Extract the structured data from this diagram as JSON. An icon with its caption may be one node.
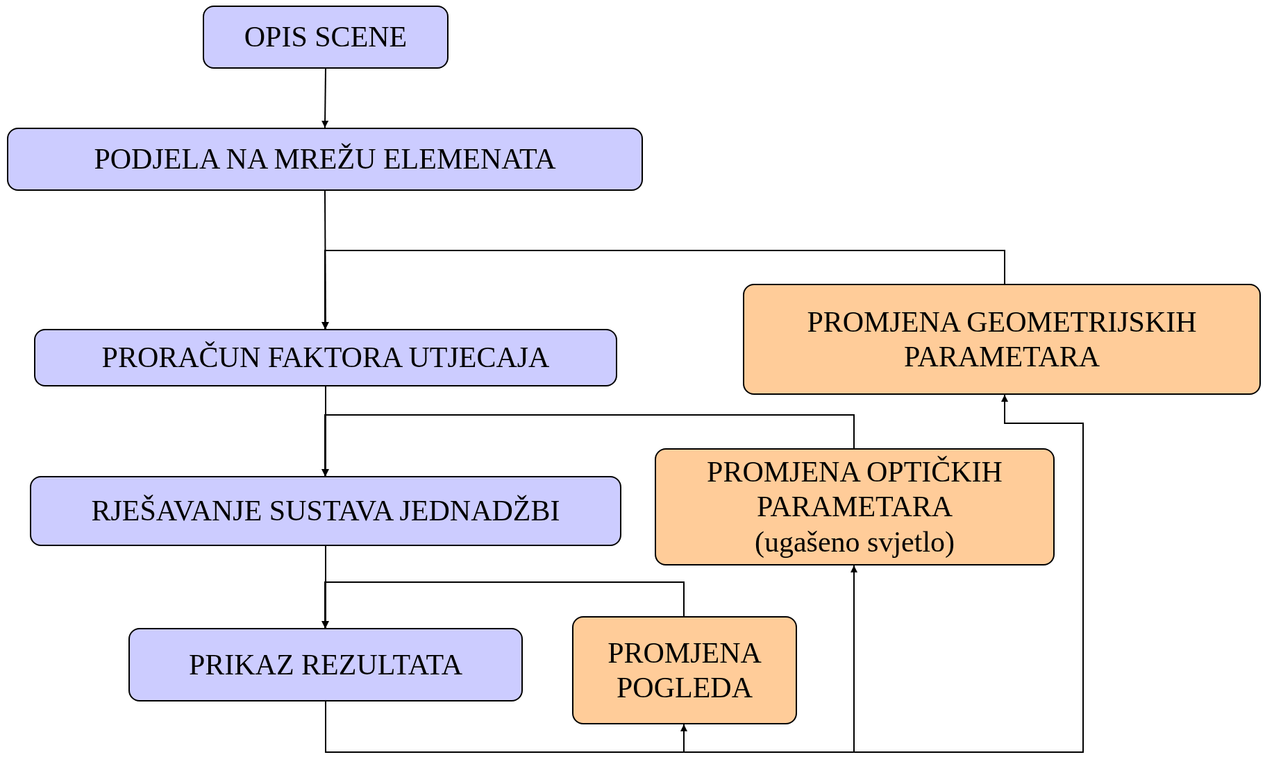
{
  "diagram": {
    "nodes": [
      {
        "text": [
          "OPIS SCENE"
        ]
      },
      {
        "text": [
          "PODJELA NA MREŽU ELEMENATA"
        ]
      },
      {
        "text": [
          "PROMJENA GEOMETRIJSKIH PARAMETARA"
        ]
      },
      {
        "text": [
          "PRORAČUN FAKTORA UTJECAJA"
        ]
      },
      {
        "text": [
          "PROMJENA OPTIČKIH PARAMETARA",
          "(ugašeno svjetlo)"
        ]
      },
      {
        "text": [
          "RJEŠAVANJE SUSTAVA JEDNADŽBI"
        ]
      },
      {
        "text": [
          "PRIKAZ REZULTATA"
        ]
      },
      {
        "text": [
          "PROMJENA POGLEDA"
        ]
      }
    ],
    "edges": [
      {
        "from": 0,
        "to": 1,
        "arrow": "to"
      },
      {
        "from": 1,
        "to": 3,
        "arrow": "to"
      },
      {
        "from": 2,
        "to": 3,
        "arrow": "to"
      },
      {
        "from": 3,
        "to": 5,
        "arrow": "to"
      },
      {
        "from": 4,
        "to": 5,
        "arrow": "to"
      },
      {
        "from": 5,
        "to": 6,
        "arrow": "to"
      },
      {
        "from": 7,
        "to": 6,
        "arrow": "to"
      },
      {
        "from": 6,
        "to": 7,
        "arrow": "to"
      },
      {
        "from": 6,
        "to": 4,
        "arrow": "to"
      },
      {
        "from": 6,
        "to": 2,
        "arrow": "to"
      }
    ]
  }
}
